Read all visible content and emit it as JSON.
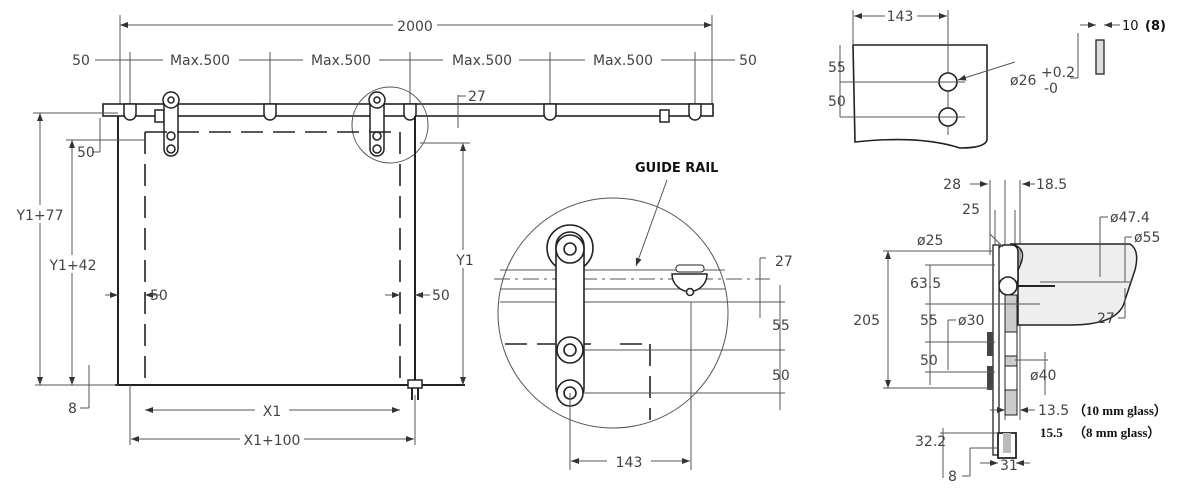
{
  "main_view": {
    "total_width": "2000",
    "end_left": "50",
    "end_right": "50",
    "spacings": [
      "Max.500",
      "Max.500",
      "Max.500",
      "Max.500"
    ],
    "rail_height": "27",
    "top_offset": "50",
    "height_a": "Y1+77",
    "height_b": "Y1+42",
    "height_c": "Y1",
    "side_left": "50",
    "side_right": "50",
    "floor_gap": "8",
    "width_a": "X1",
    "width_b": "X1+100"
  },
  "detail_view": {
    "callout": "GUIDE RAIL",
    "dim_27": "27",
    "dim_55": "55",
    "dim_50": "50",
    "dim_143": "143"
  },
  "glass_hole_view": {
    "dim_143": "143",
    "dim_55": "55",
    "dim_50": "50",
    "hole_dia": "ø26",
    "tol_plus": "+0.2",
    "tol_minus": "-0",
    "thickness": "10",
    "thickness_alt": "(8)"
  },
  "section_view": {
    "d28": "28",
    "d18_5": "18.5",
    "d25": "25",
    "d47_4": "ø47.4",
    "d55dia": "ø55",
    "d25dia": "ø25",
    "d63_5": "63.5",
    "d205": "205",
    "d55": "55",
    "d30dia": "ø30",
    "d50": "50",
    "d40dia": "ø40",
    "d27": "27",
    "note1_val": "13.5",
    "note1": "（10 mm glass）",
    "note2_val": "15.5",
    "note2": "（8 mm glass）",
    "guide_h": "32.2",
    "guide_base": "8",
    "guide_w": "31"
  }
}
